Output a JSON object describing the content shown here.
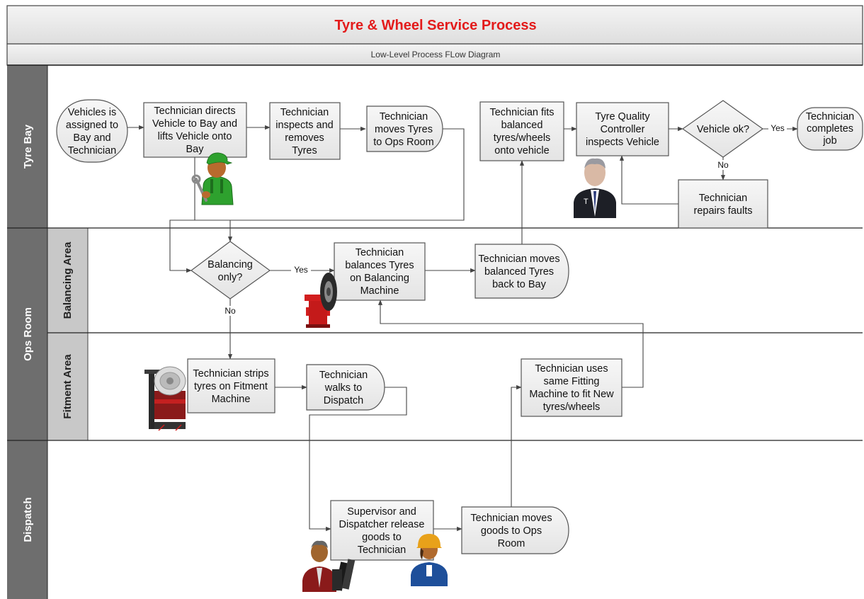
{
  "header": {
    "title": "Tyre & Wheel Service Process",
    "subtitle": "Low-Level Process FLow Diagram"
  },
  "lanes": {
    "tyre_bay": "Tyre Bay",
    "ops_room": "Ops Room",
    "balancing_area": "Balancing Area",
    "fitment_area": "Fitment Area",
    "dispatch": "Dispatch"
  },
  "nodes": {
    "vehicle_assigned": [
      "Vehicles is",
      "assigned to",
      "Bay and",
      "Technician"
    ],
    "tech_directs": [
      "Technician directs",
      "Vehicle to Bay and",
      "lifts Vehicle onto",
      "Bay"
    ],
    "tech_inspects": [
      "Technician",
      "inspects and",
      "removes",
      "Tyres"
    ],
    "tech_moves_tyres": [
      "Technician",
      "moves Tyres",
      "to Ops Room"
    ],
    "tech_fits": [
      "Technician fits",
      "balanced",
      "tyres/wheels",
      "onto vehicle"
    ],
    "quality_inspects": [
      "Tyre Quality",
      "Controller",
      "inspects Vehicle"
    ],
    "vehicle_ok": [
      "Vehicle ok?"
    ],
    "tech_completes": [
      "Technician",
      "completes",
      "job"
    ],
    "tech_repairs": [
      "Technician",
      "repairs faults"
    ],
    "balancing_only": [
      "Balancing",
      "only?"
    ],
    "tech_balances": [
      "Technician",
      "balances Tyres",
      "on Balancing",
      "Machine"
    ],
    "tech_moves_balanced": [
      "Technician moves",
      "balanced Tyres",
      "back to Bay"
    ],
    "tech_strips": [
      "Technician strips",
      "tyres on Fitment",
      "Machine"
    ],
    "tech_walks": [
      "Technician",
      "walks to",
      "Dispatch"
    ],
    "tech_uses_machine": [
      "Technician uses",
      "same Fitting",
      "Machine to fit New",
      "tyres/wheels"
    ],
    "supervisor_release": [
      "Supervisor and",
      "Dispatcher release",
      "goods to",
      "Technician"
    ],
    "tech_moves_goods": [
      "Technician moves",
      "goods to Ops",
      "Room"
    ]
  },
  "edge_labels": {
    "yes_complete": "Yes",
    "no_repair": "No",
    "yes_balance": "Yes",
    "no_strip": "No"
  },
  "icons": {
    "mechanic": "mechanic-icon",
    "controller": "controller-icon",
    "controller_badge": "T",
    "balancing_machine": "balancing-machine-icon",
    "fitment_machine": "fitment-machine-icon",
    "supervisor": "supervisor-icon",
    "dispatcher": "dispatcher-icon"
  },
  "colors": {
    "title": "#e31b1b",
    "lane_header": "#6e6e6e",
    "sublane_header": "#c8c8c8",
    "shape_fill": "#eeeeee",
    "shape_stroke": "#555555",
    "connector": "#444444"
  }
}
